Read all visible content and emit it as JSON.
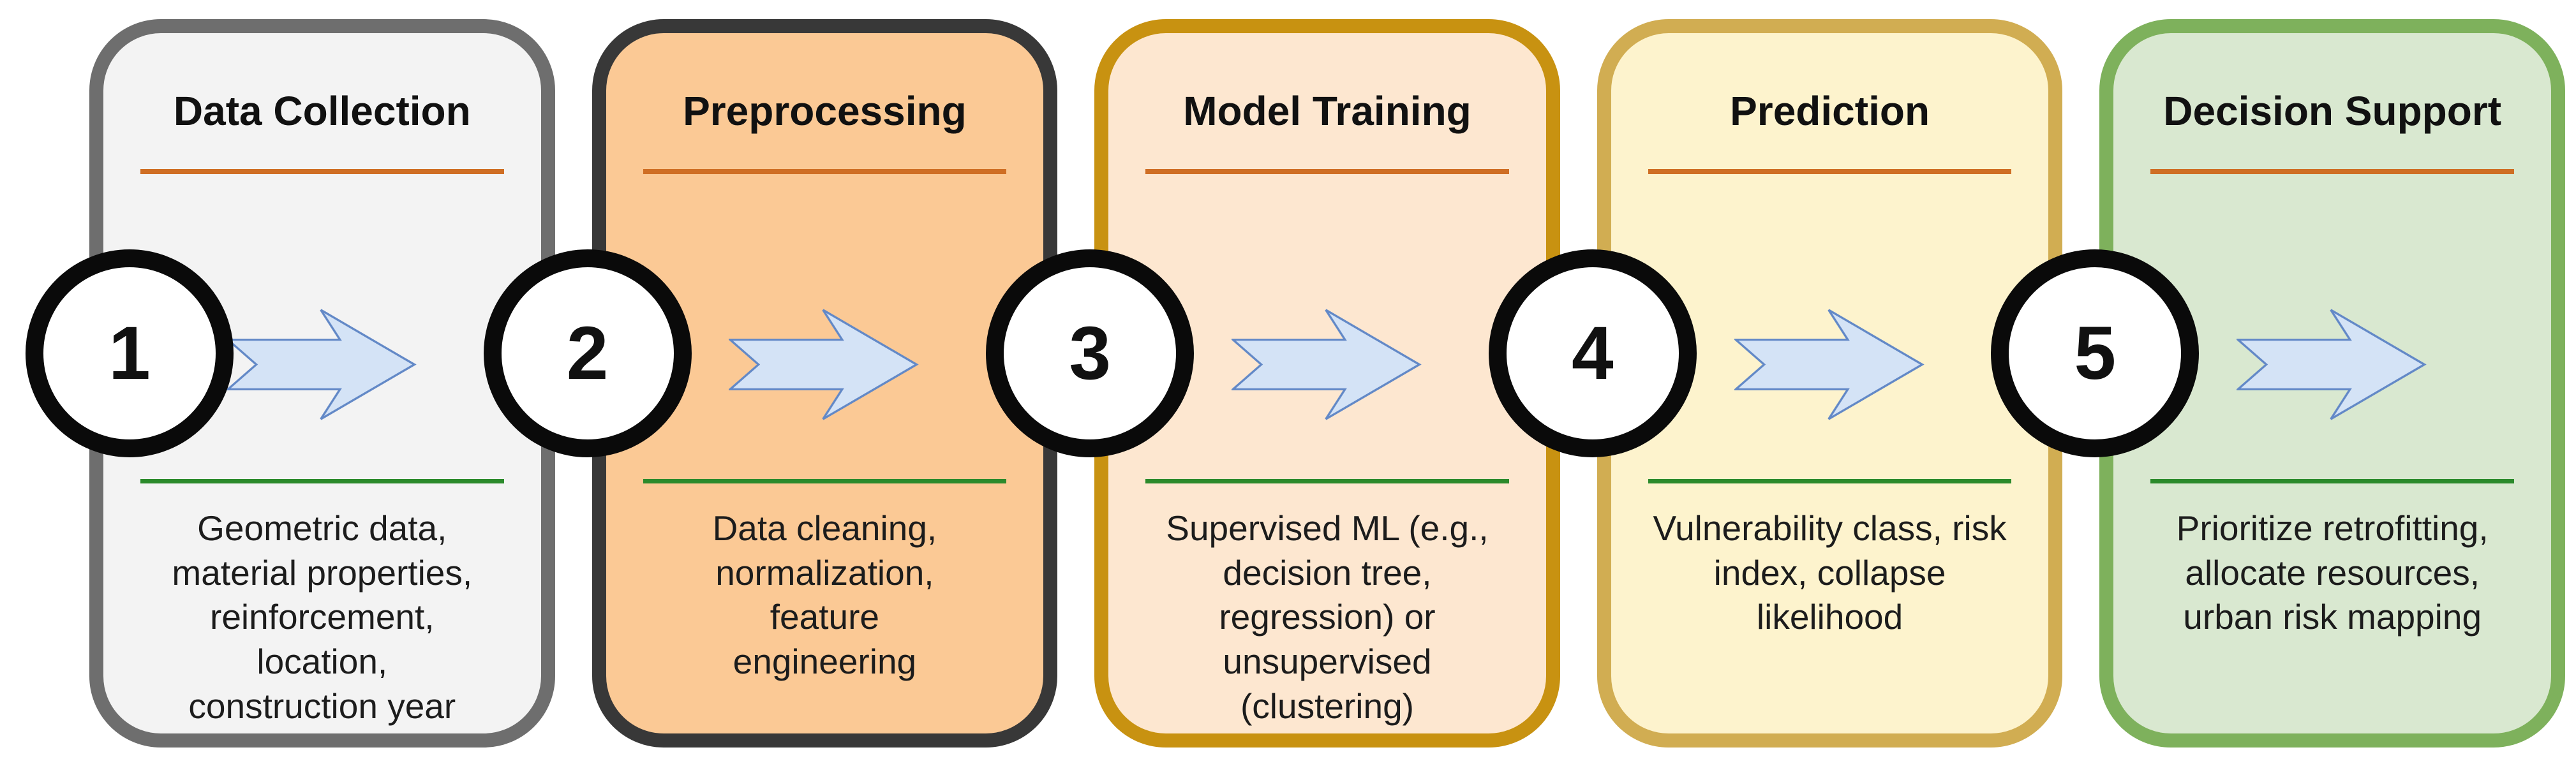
{
  "diagram": {
    "type": "process-flow",
    "stages": [
      {
        "number": "1",
        "title": "Data Collection",
        "description": "Geometric data,\nmaterial properties,\nreinforcement,\nlocation,\nconstruction year",
        "border_color": "#6e6e6e",
        "fill_color": "#f3f3f3"
      },
      {
        "number": "2",
        "title": "Preprocessing",
        "description": "Data cleaning,\nnormalization,\nfeature\nengineering",
        "border_color": "#383838",
        "fill_color": "#fbc995"
      },
      {
        "number": "3",
        "title": "Model Training",
        "description": "Supervised ML (e.g.,\ndecision tree,\nregression) or\nunsupervised\n(clustering)",
        "border_color": "#c89211",
        "fill_color": "#fde7d0"
      },
      {
        "number": "4",
        "title": "Prediction",
        "description": "Vulnerability class, risk\nindex, collapse\nlikelihood",
        "border_color": "#d1ad52",
        "fill_color": "#fdf3cd"
      },
      {
        "number": "5",
        "title": "Decision Support",
        "description": "Prioritize retrofitting,\nallocate resources,\nurban risk mapping",
        "border_color": "#7eb15c",
        "fill_color": "#d9e8d0"
      }
    ],
    "colors": {
      "title_rule": "#cf6e24",
      "desc_rule": "#2b8a2b",
      "arrow_fill": "#d4e3f6",
      "arrow_stroke": "#6389c7",
      "circle_border": "#0a0a0a",
      "circle_fill": "#ffffff"
    }
  }
}
